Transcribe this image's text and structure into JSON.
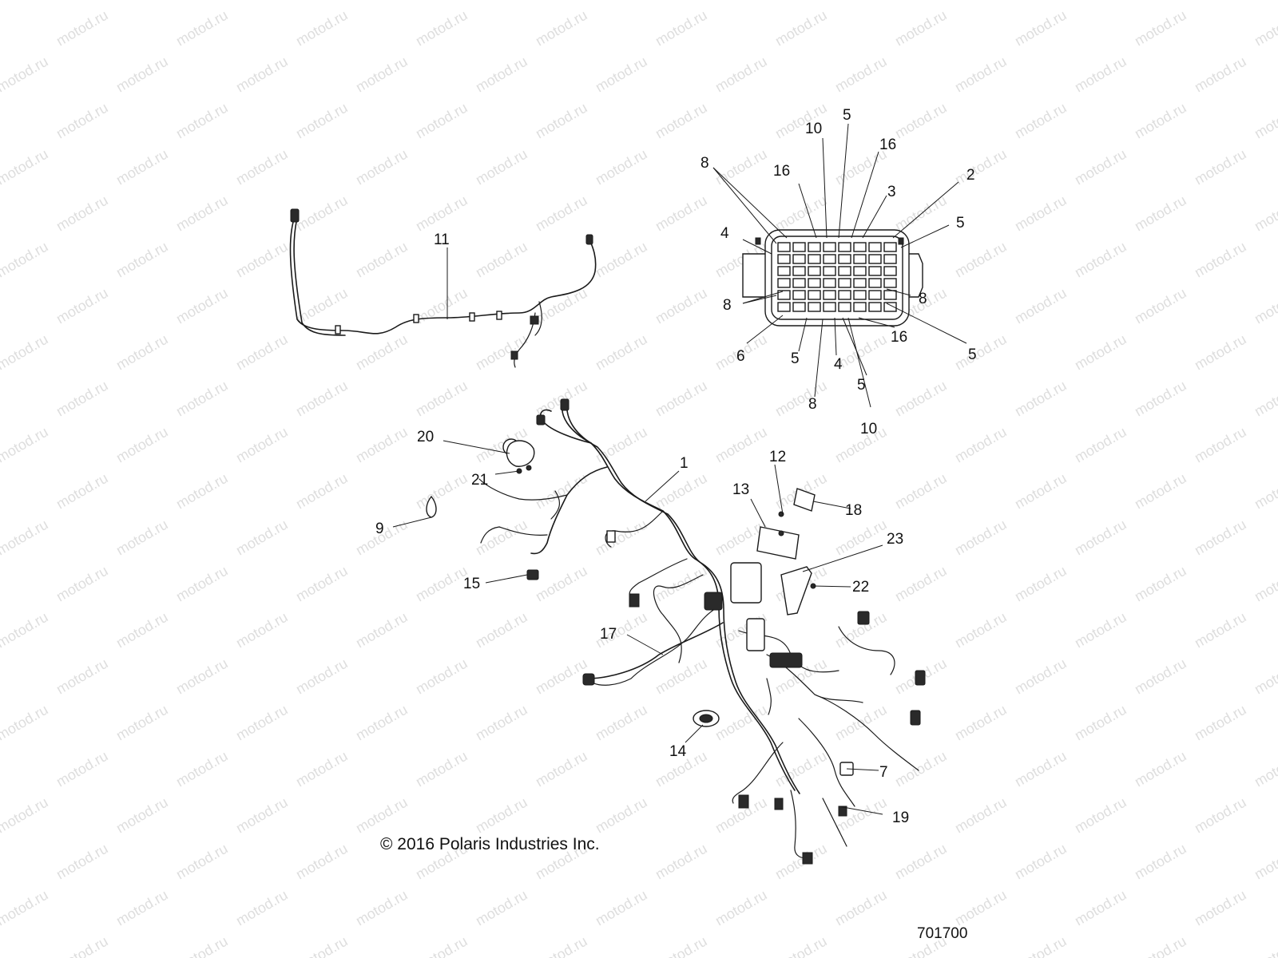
{
  "watermark": {
    "text": "motod.ru"
  },
  "copyright": "© 2016 Polaris Industries Inc.",
  "figure_number": "701700",
  "callouts": {
    "c1": "1",
    "c2": "2",
    "c3": "3",
    "c4a": "4",
    "c4b": "4",
    "c5a": "5",
    "c5b": "5",
    "c5c": "5",
    "c5d": "5",
    "c5e": "5",
    "c6": "6",
    "c7": "7",
    "c8a": "8",
    "c8b": "8",
    "c8c": "8",
    "c8d": "8",
    "c9": "9",
    "c10a": "10",
    "c10b": "10",
    "c11": "11",
    "c12": "12",
    "c13": "13",
    "c14": "14",
    "c15": "15",
    "c16a": "16",
    "c16b": "16",
    "c16c": "16",
    "c17": "17",
    "c18": "18",
    "c19": "19",
    "c20": "20",
    "c21": "21",
    "c22": "22",
    "c23": "23"
  }
}
